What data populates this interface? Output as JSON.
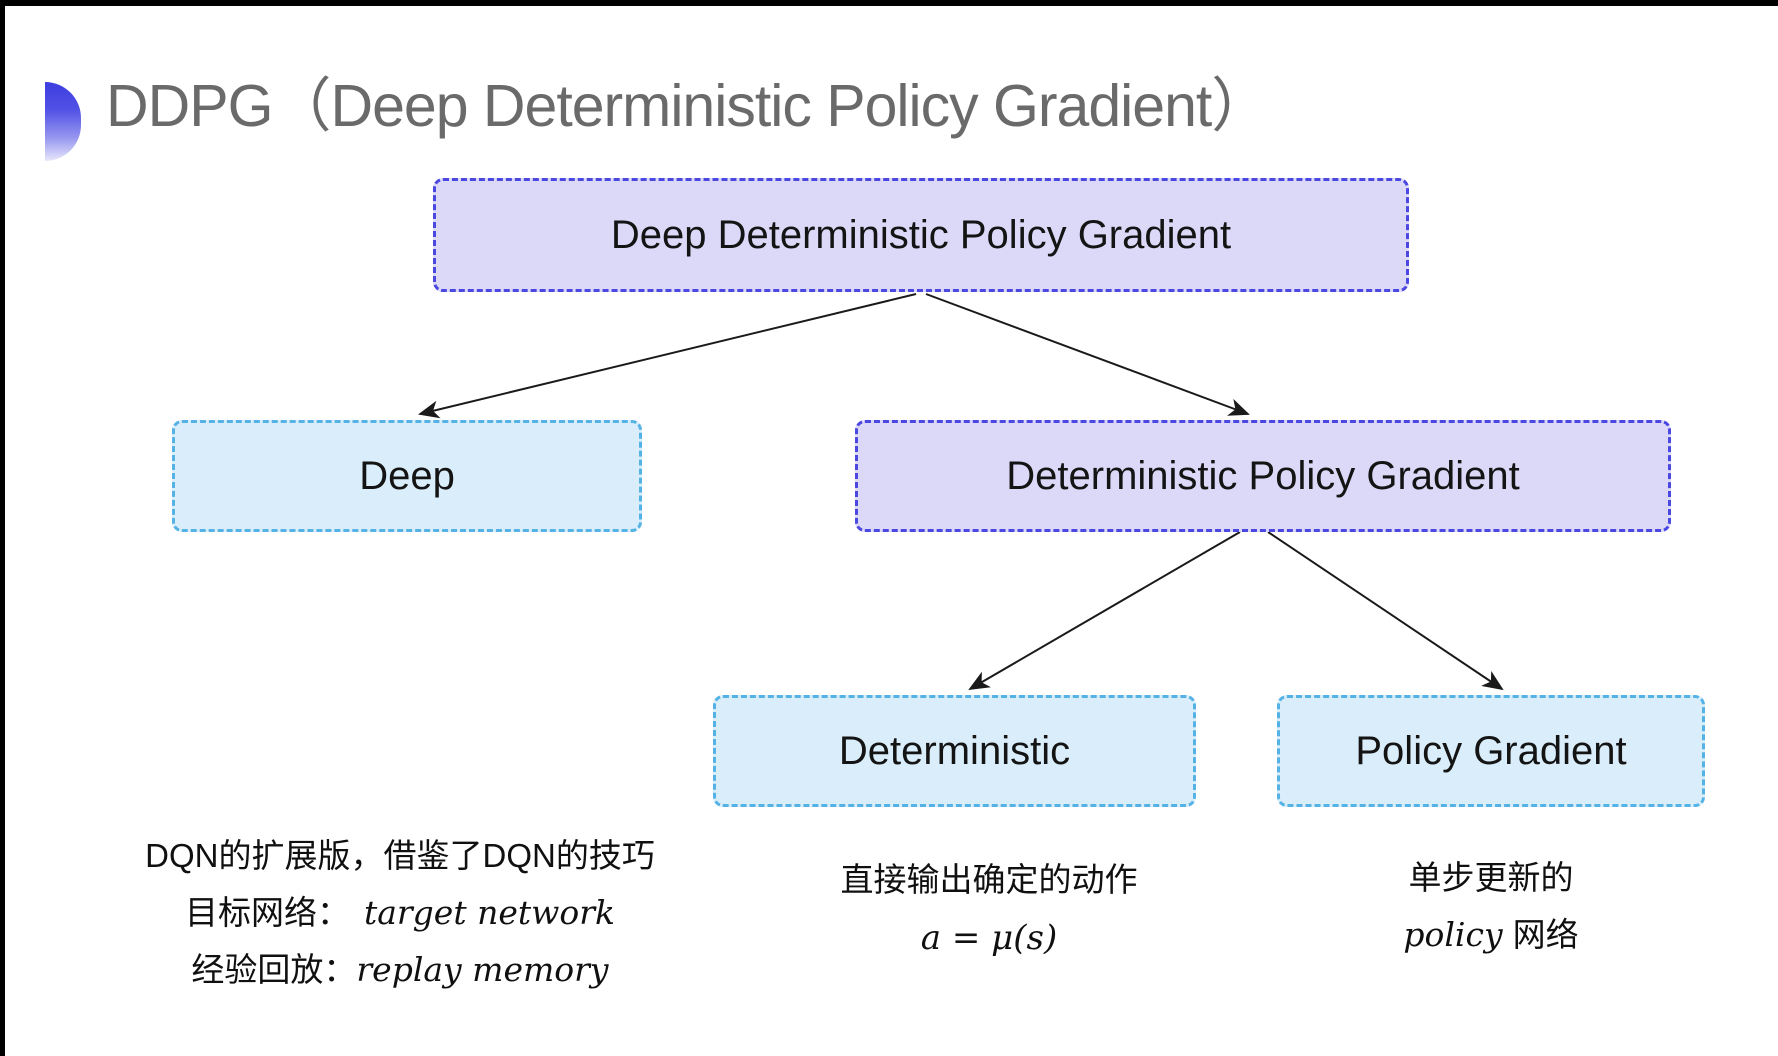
{
  "title": {
    "text": "DDPG（Deep Deterministic Policy Gradient）"
  },
  "colors": {
    "title_gray": "#6a6a6a",
    "bullet_blue": "#3d3ddf",
    "purple_node_fill": "#dcd8f8",
    "purple_node_border": "#4b48e1",
    "blue_node_fill": "#d9edfa",
    "blue_node_border": "#55b2e5",
    "arrow": "#1a1a1a",
    "frame_edge": "#000000"
  },
  "nodes": {
    "root": {
      "label": "Deep Deterministic Policy Gradient"
    },
    "deep": {
      "label": "Deep"
    },
    "dpg": {
      "label": "Deterministic Policy Gradient"
    },
    "deterministic": {
      "label": "Deterministic"
    },
    "policy": {
      "label": "Policy Gradient"
    }
  },
  "notes": {
    "deep": {
      "line1": "DQN的扩展版，借鉴了DQN的技巧",
      "row2_label": "目标网络：",
      "row2_term": "target network",
      "row3_label": "经验回放：",
      "row3_term": "replay memory"
    },
    "deterministic": {
      "line1": "直接输出确定的动作",
      "formula": "a = μ(s)"
    },
    "policy": {
      "line1": "单步更新的",
      "term": "policy",
      "suffix": "网络"
    }
  }
}
